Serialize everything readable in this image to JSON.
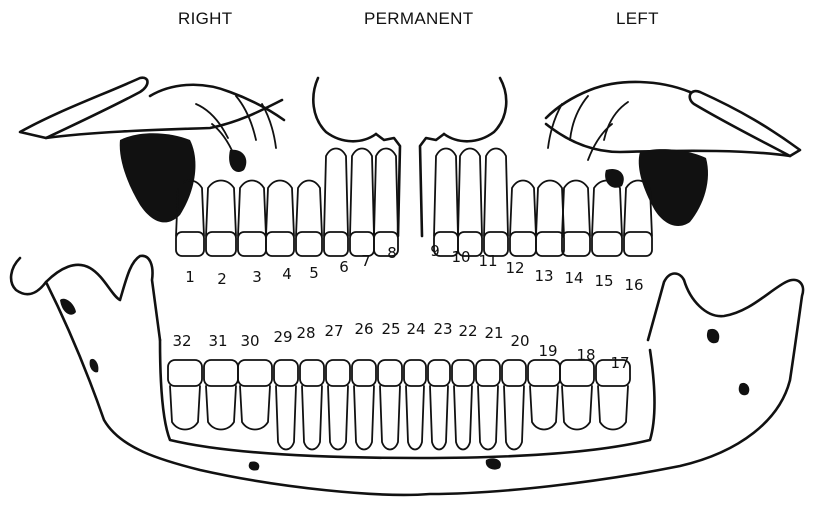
{
  "labels": {
    "right": "RIGHT",
    "permanent": "PERMANENT",
    "left": "LEFT"
  },
  "upper_teeth": [
    "1",
    "2",
    "3",
    "4",
    "5",
    "6",
    "7",
    "8",
    "9",
    "10",
    "11",
    "12",
    "13",
    "14",
    "15",
    "16"
  ],
  "lower_teeth": [
    "32",
    "31",
    "30",
    "29",
    "28",
    "27",
    "26",
    "25",
    "24",
    "23",
    "22",
    "21",
    "20",
    "19",
    "18",
    "17"
  ],
  "colors": {
    "ink": "#111111",
    "background": "#ffffff"
  }
}
